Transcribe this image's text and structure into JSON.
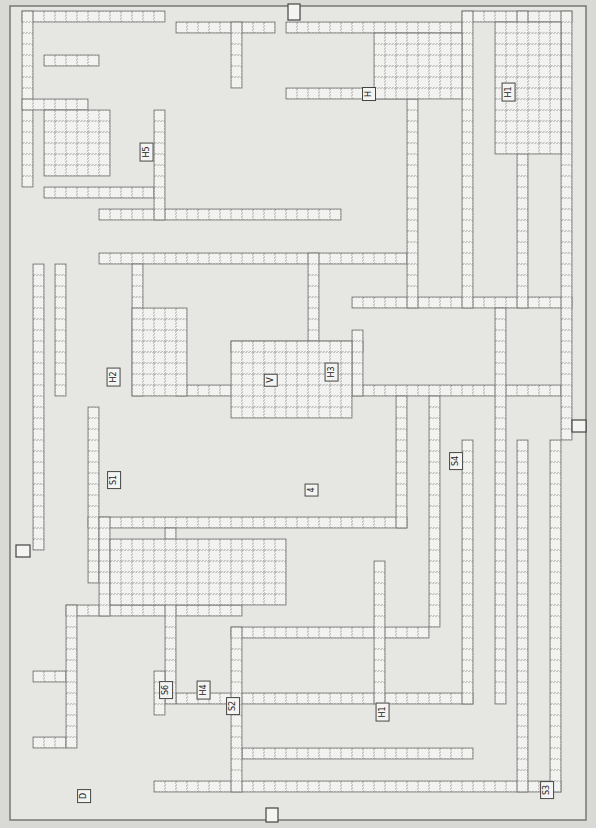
{
  "diagram": {
    "labels": [
      "H",
      "H1",
      "H5",
      "H2",
      "V",
      "H3",
      "S4",
      "S1",
      "4",
      "H1",
      "S6",
      "H4",
      "S2",
      "S3",
      "D"
    ]
  }
}
